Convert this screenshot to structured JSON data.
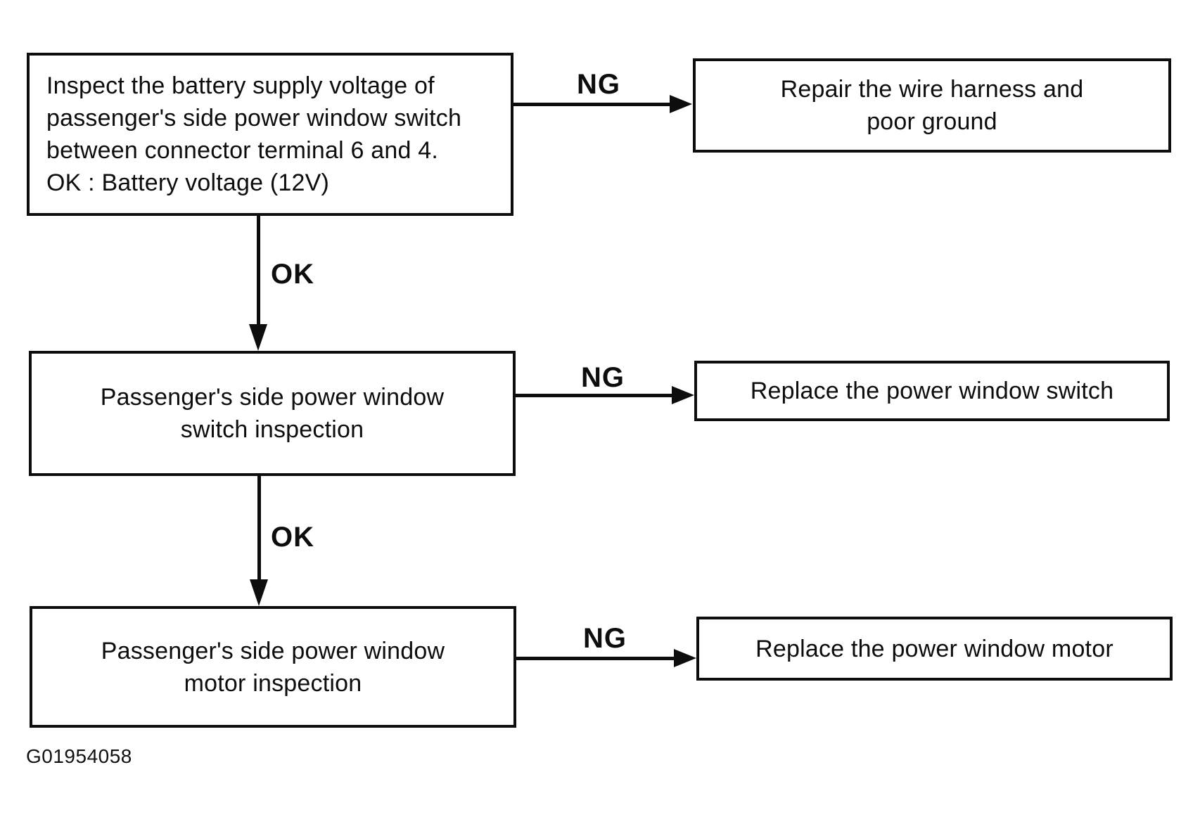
{
  "page": {
    "caption": "G01954058",
    "background_color": "#ffffff",
    "line_color": "#0d0d0d"
  },
  "flowchart": {
    "type": "troubleshooting-flowchart",
    "steps": [
      {
        "id": "step-1",
        "label": "Inspect the battery supply voltage of\npassenger's side power window switch\nbetween connector terminal 6 and 4.\nOK : Battery voltage (12V)"
      },
      {
        "id": "step-2",
        "label": "Passenger's side power window\nswitch inspection"
      },
      {
        "id": "step-3",
        "label": "Passenger's side power window\nmotor inspection"
      }
    ],
    "outcomes": [
      {
        "id": "outcome-1",
        "label": "Repair the wire harness and\npoor ground"
      },
      {
        "id": "outcome-2",
        "label": "Replace the power window switch"
      },
      {
        "id": "outcome-3",
        "label": "Replace the power window motor"
      }
    ],
    "edges": [
      {
        "from": "step-1",
        "to": "outcome-1",
        "label": "NG",
        "direction": "right"
      },
      {
        "from": "step-1",
        "to": "step-2",
        "label": "OK",
        "direction": "down"
      },
      {
        "from": "step-2",
        "to": "outcome-2",
        "label": "NG",
        "direction": "right"
      },
      {
        "from": "step-2",
        "to": "step-3",
        "label": "OK",
        "direction": "down"
      },
      {
        "from": "step-3",
        "to": "outcome-3",
        "label": "NG",
        "direction": "right"
      }
    ]
  }
}
